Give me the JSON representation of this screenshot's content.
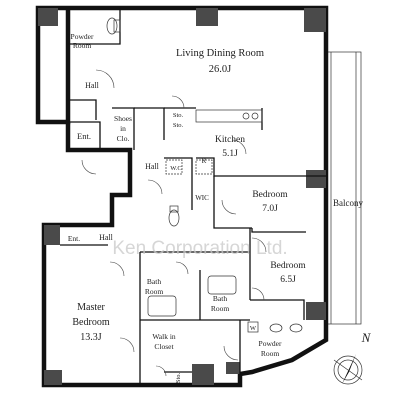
{
  "rooms": {
    "powder_top": [
      "Powder",
      "Room"
    ],
    "ldr": [
      "Living Dining Room",
      "26.0J"
    ],
    "hall_top": "Hall",
    "shoes": [
      "Shoes",
      "in",
      "Clo."
    ],
    "ent_top": "Ent.",
    "sto1": "Sto.",
    "sto2": "Sto.",
    "kitchen": [
      "Kitchen",
      "5.1J"
    ],
    "hall_mid": "Hall",
    "wc": "W.C",
    "r": "R",
    "wic_mid": "WIC",
    "bed1": [
      "Bedroom",
      "7.0J"
    ],
    "balcony": "Balcony",
    "ent_low": "Ent.",
    "hall_low": "Hall",
    "bed2": [
      "Bedroom",
      "6.5J"
    ],
    "bath1": [
      "Bath",
      "Room"
    ],
    "bath2": [
      "Bath",
      "Room"
    ],
    "master": [
      "Master",
      "Bedroom",
      "13.3J"
    ],
    "walkin": [
      "Walk in",
      "Closet"
    ],
    "w": "W",
    "powder_low": [
      "Powder",
      "Room"
    ],
    "sto_low": "Sto."
  },
  "compass": "N",
  "watermark": "Ken Corporation Ltd."
}
